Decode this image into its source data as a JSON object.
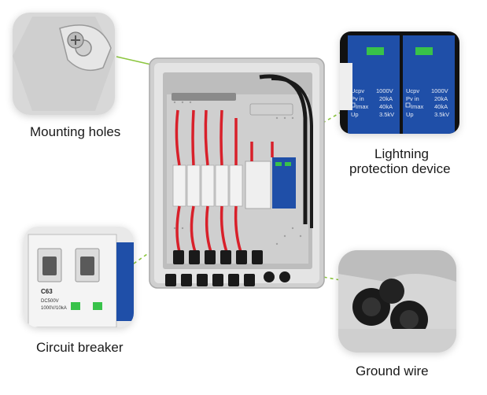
{
  "labels": {
    "mounting_holes": "Mounting holes",
    "lightning_line1": "Lightning",
    "lightning_line2": "protection device",
    "circuit_breaker": "Circuit breaker",
    "ground_wire": "Ground wire"
  },
  "spd_text": {
    "ucpv": "Ucpv",
    "ucpv_val": "1000V",
    "pvin": "Pv in",
    "pvin_val": "20kA",
    "imax": "Imax",
    "imax_val": "40kA",
    "up": "Up",
    "up_val": "3.5kV"
  },
  "breaker_text": {
    "model": "C63",
    "spec1": "DC500V",
    "spec2": "1000V/10kA"
  },
  "colors": {
    "leader_line": "#8cc63f",
    "enclosure": "#d9d9d9",
    "spd_blue": "#1f4fa8",
    "spd_green": "#38c24a",
    "wire_red": "#d8202a",
    "cable_black": "#1a1a1a"
  }
}
